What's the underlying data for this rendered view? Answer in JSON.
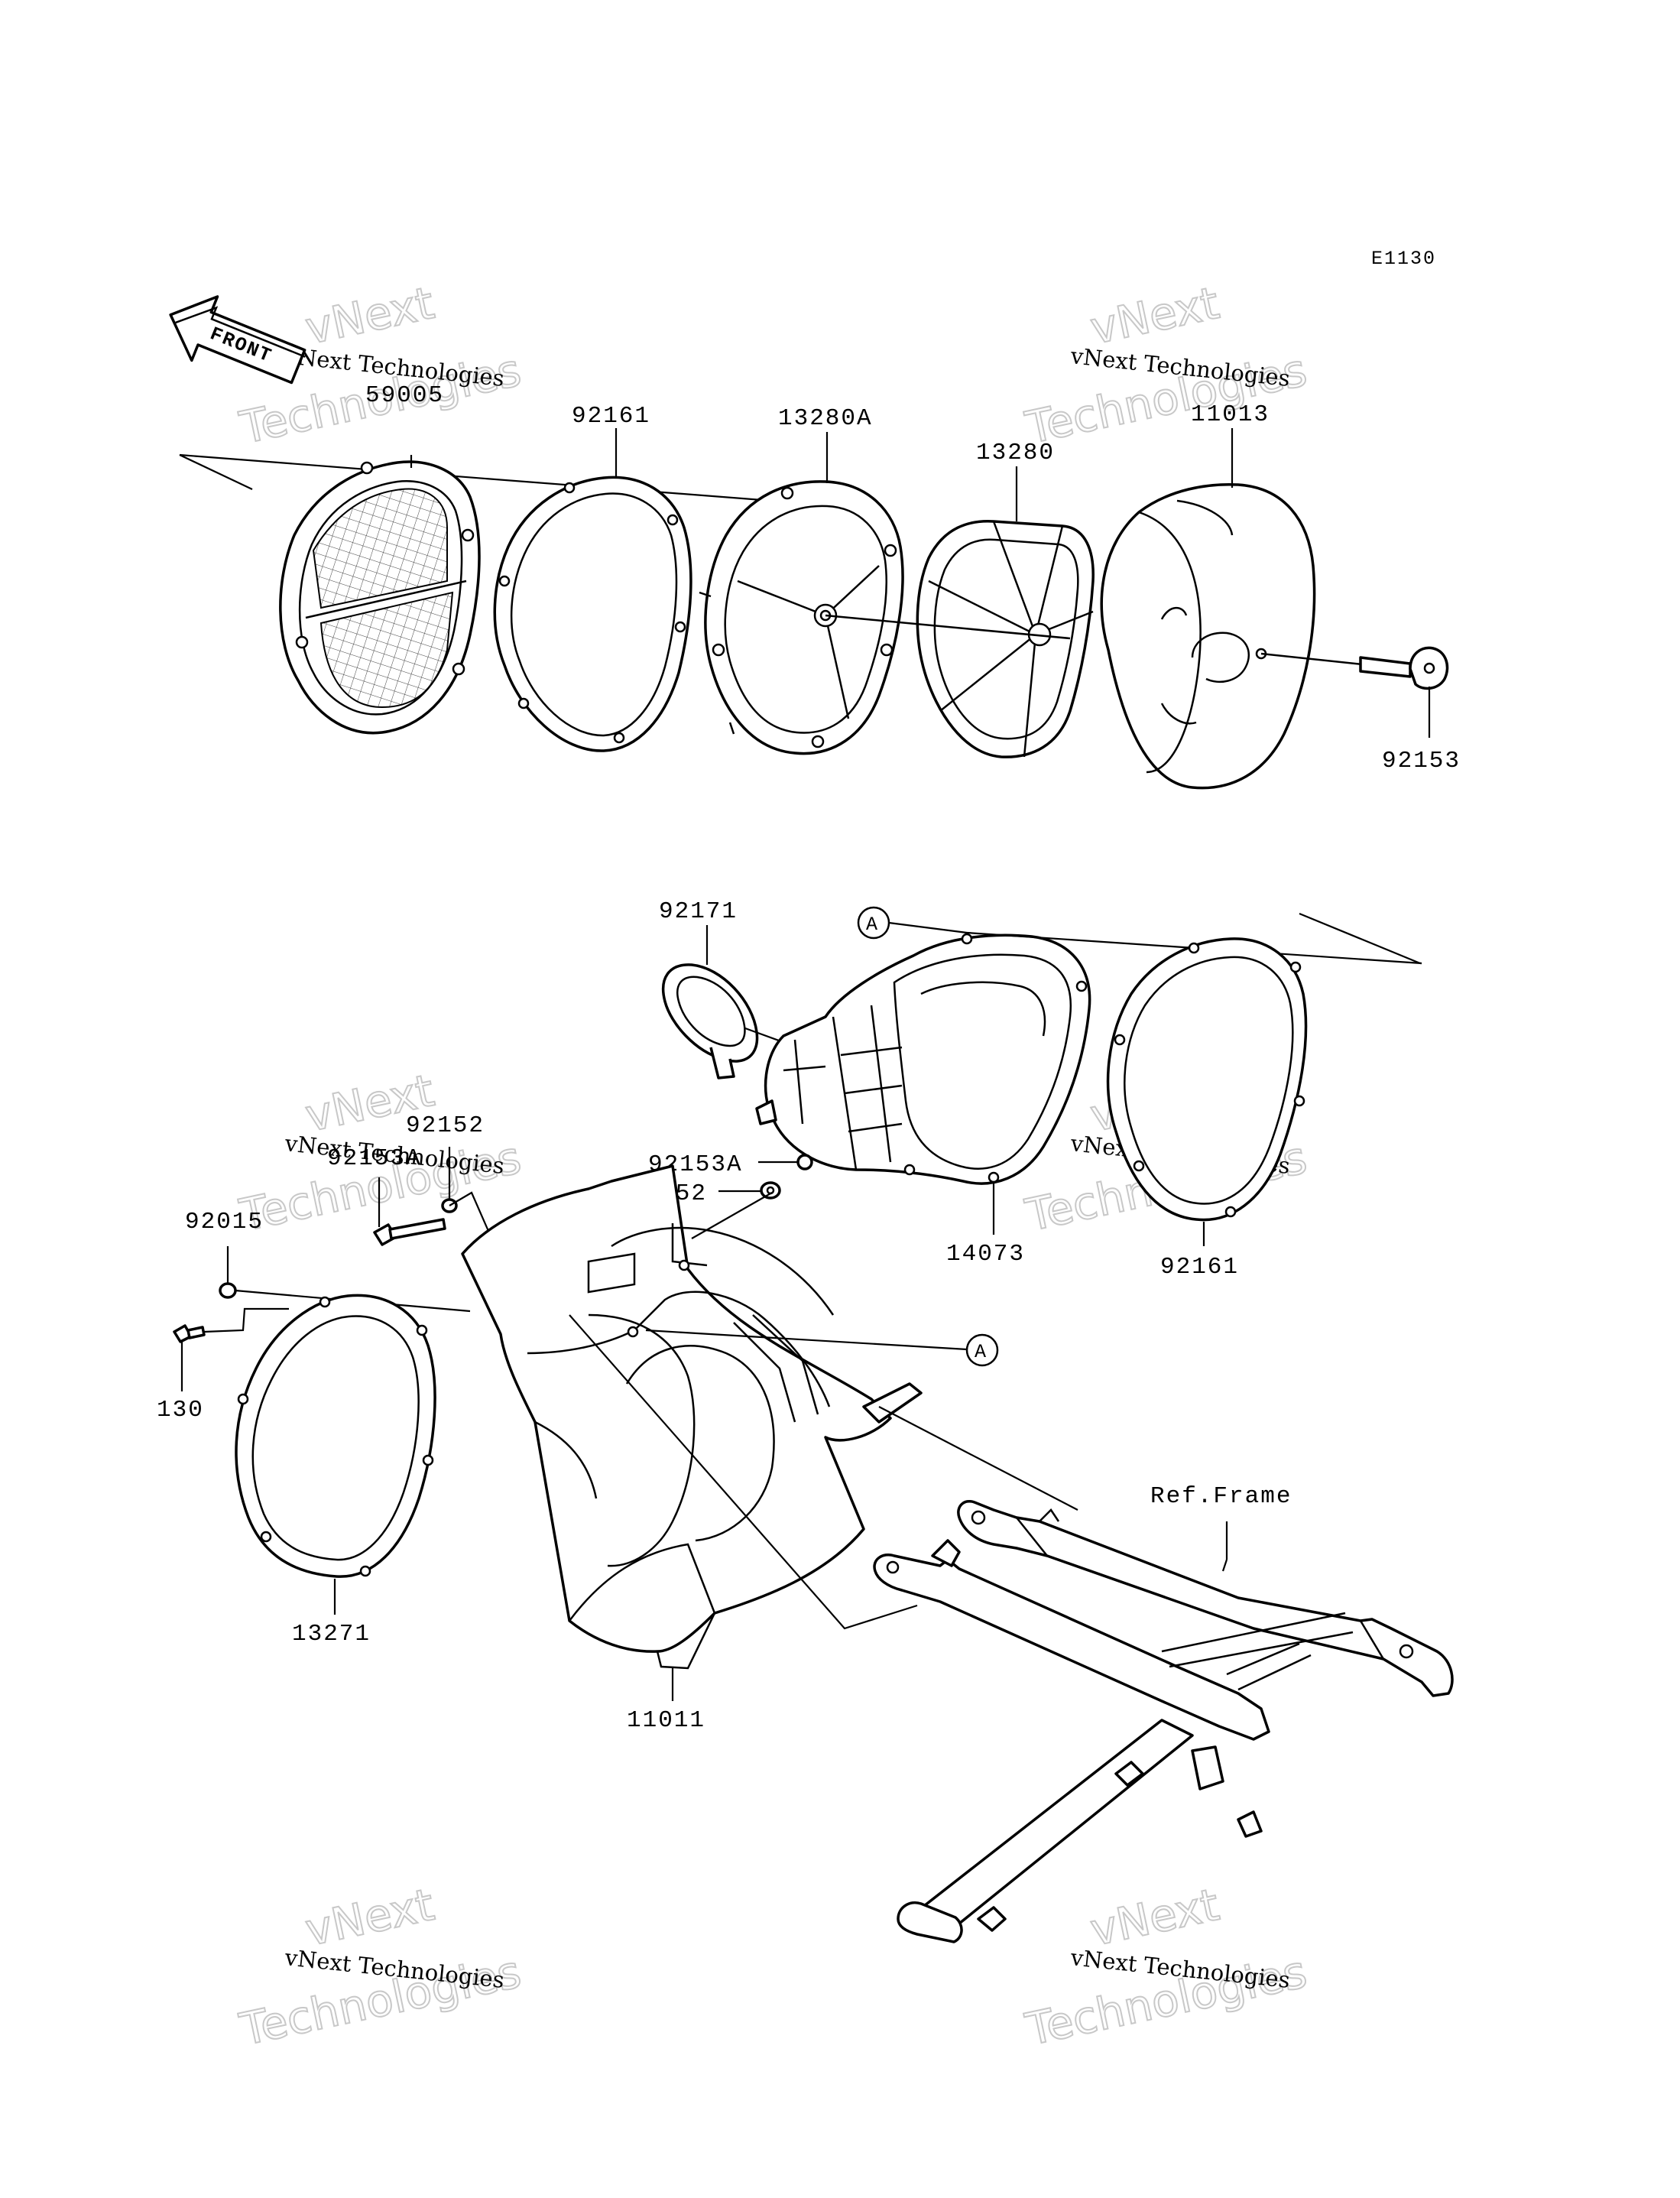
{
  "diagram_code": "E1130",
  "front_arrow_label": "FRONT",
  "ref_frame_label": "Ref.Frame",
  "watermark": {
    "line1": "vNext Technologies",
    "line2": "vNext",
    "line3": "Technologies"
  },
  "callouts": {
    "p59005": "59005",
    "p92161_top": "92161",
    "p13280A": "13280A",
    "p13280": "13280",
    "p11013": "11013",
    "p92153": "92153",
    "p92171": "92171",
    "pA_upper": "A",
    "p92153A_mid": "92153A",
    "p92152_mid": "92152",
    "p14073": "14073",
    "p92161_bottom": "92161",
    "p92152_left": "92152",
    "p92153A_left": "92153A",
    "p92015": "92015",
    "p130": "130",
    "p13271": "13271",
    "p11011": "11011",
    "pA_lower": "A"
  }
}
